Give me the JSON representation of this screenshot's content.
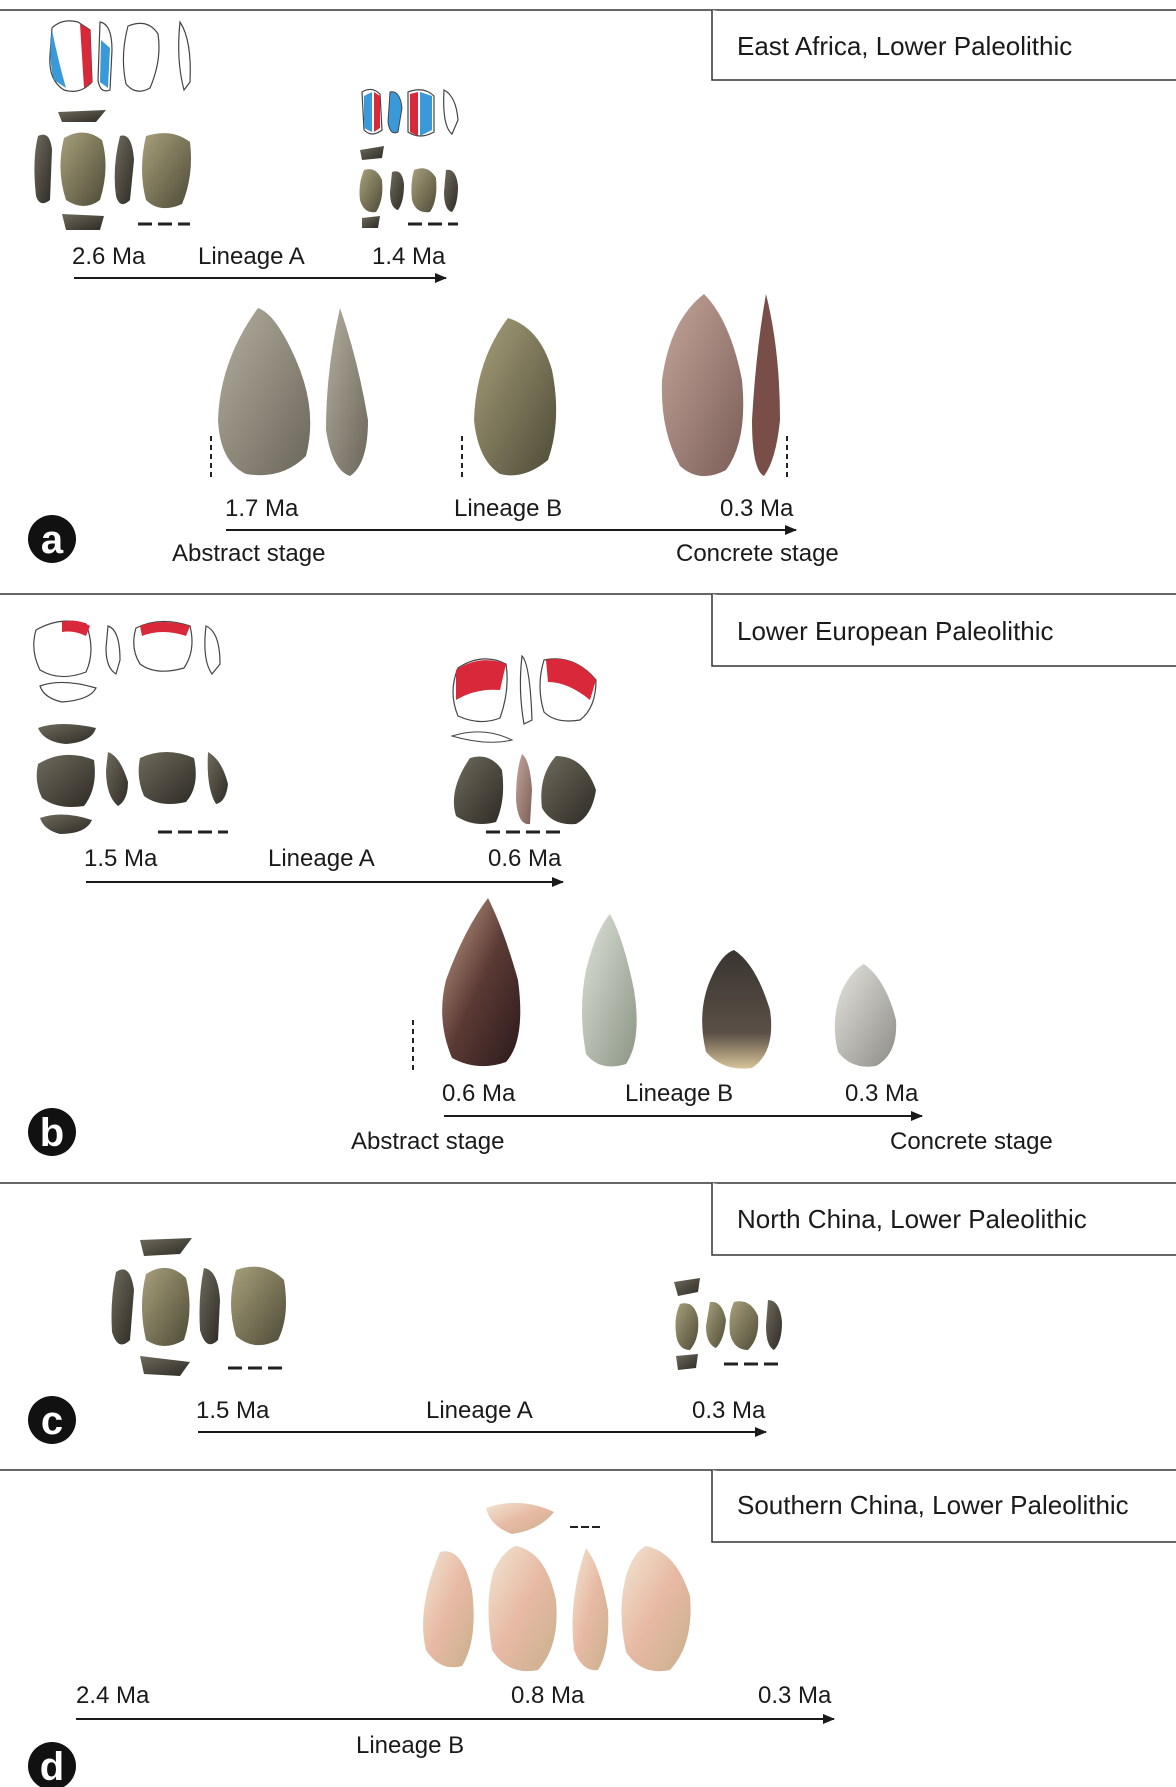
{
  "panels": {
    "a": {
      "letter": "a",
      "region": "East Africa, Lower Paleolithic",
      "lineage_a": {
        "start": "2.6 Ma",
        "label": "Lineage A",
        "end": "1.4 Ma"
      },
      "lineage_b": {
        "start": "1.7 Ma",
        "label": "Lineage B",
        "end": "0.3 Ma"
      },
      "stage_start": "Abstract stage",
      "stage_end": "Concrete stage"
    },
    "b": {
      "letter": "b",
      "region": "Lower European Paleolithic",
      "lineage_a": {
        "start": "1.5 Ma",
        "label": "Lineage A",
        "end": "0.6 Ma"
      },
      "lineage_b": {
        "start": "0.6 Ma",
        "label": "Lineage B",
        "end": "0.3 Ma"
      },
      "stage_start": "Abstract stage",
      "stage_end": "Concrete stage"
    },
    "c": {
      "letter": "c",
      "region": "North China, Lower Paleolithic",
      "lineage_a": {
        "start": "1.5 Ma",
        "label": "Lineage A",
        "end": "0.3 Ma"
      }
    },
    "d": {
      "letter": "d",
      "region": "Southern China, Lower Paleolithic",
      "lineage_b": {
        "start": "2.4 Ma",
        "mid": "0.8 Ma",
        "end": "0.3 Ma",
        "label": "Lineage B"
      }
    }
  },
  "colors": {
    "highlight_red": "#d8283a",
    "highlight_blue": "#3a9ad9",
    "stone_grey": "#8a877a",
    "stone_dark": "#3d3a33",
    "stone_brown": "#a08070",
    "stone_pink": "#e6c2a4"
  }
}
